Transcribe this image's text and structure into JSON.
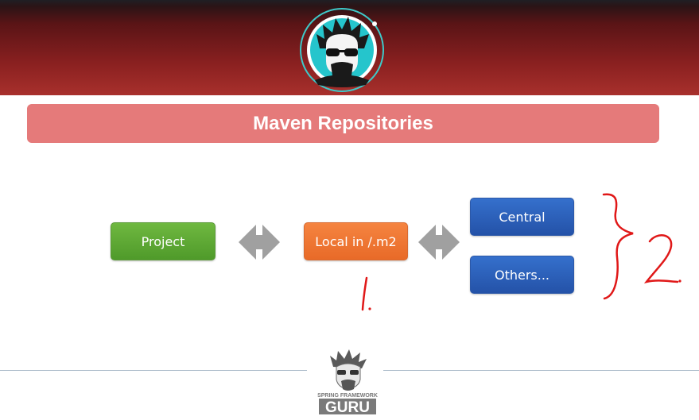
{
  "header": {
    "avatar_icon": "bearded-man-sunglasses-avatar"
  },
  "slide": {
    "title": "Maven Repositories"
  },
  "diagram": {
    "nodes": {
      "project": "Project",
      "local": "Local in /.m2",
      "central": "Central",
      "others": "Others..."
    },
    "connectors": [
      "bidirectional-arrow",
      "bidirectional-arrow"
    ],
    "colors": {
      "project": "#5aa832",
      "local": "#ef7632",
      "remote": "#2d62bd",
      "arrow": "#a0a0a0",
      "annotation": "#e01818",
      "banner": "#e57a7a"
    }
  },
  "annotations": {
    "local_mark": "1.",
    "remote_mark": "2."
  },
  "footer": {
    "logo_top_text": "SPRING FRAMEWORK",
    "logo_main_text": "GURU"
  }
}
